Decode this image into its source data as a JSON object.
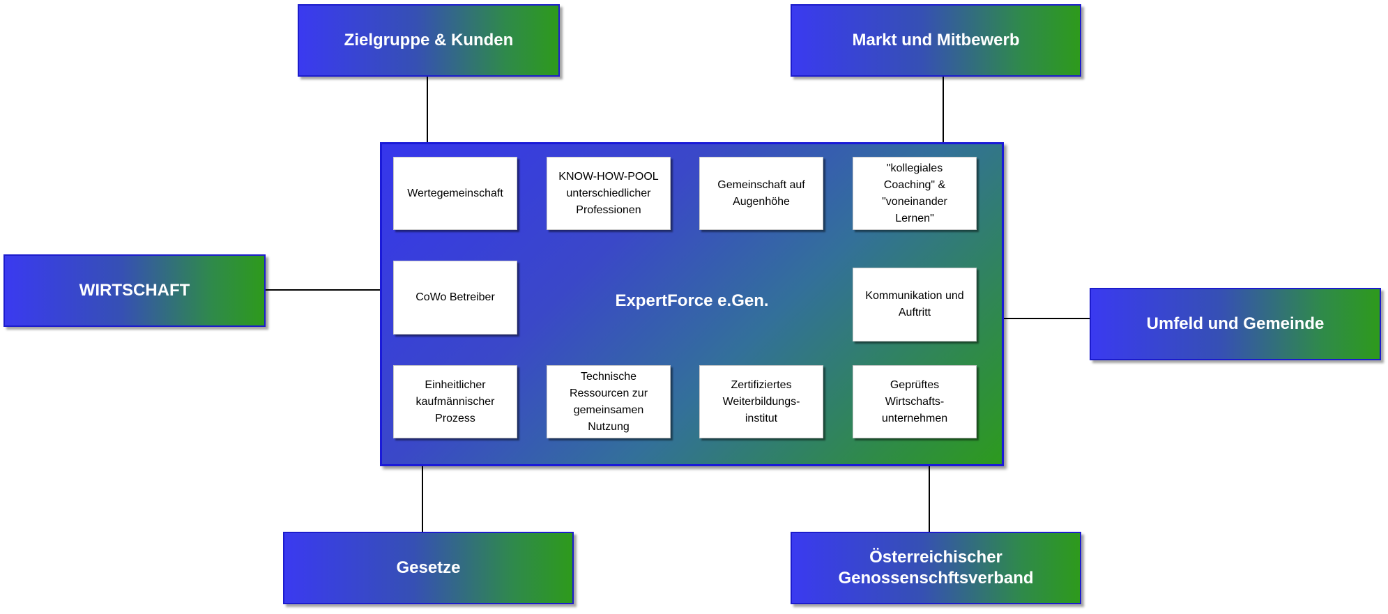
{
  "center": {
    "title": "ExpertForce e.Gen."
  },
  "outer_boxes": {
    "zielgruppe": "Zielgruppe & Kunden",
    "markt": "Markt und Mitbewerb",
    "wirtschaft": "WIRTSCHAFT",
    "umfeld": "Umfeld und Gemeinde",
    "gesetze": "Gesetze",
    "genossenschaft": "Österreichischer\nGenossenschftsverband"
  },
  "inner_boxes": {
    "wertegemeinschaft": "Wertegemeinschaft",
    "know_how_pool": "KNOW-HOW-POOL\nunterschiedlicher\nProfessionen",
    "gemeinschaft": "Gemeinschaft auf\nAugenhöhe",
    "coaching": "\"kollegiales\nCoaching\" &\n\"voneinander\nLernen\"",
    "cowo": "CoWo Betreiber",
    "kommunikation": "Kommunikation und\nAuftritt",
    "kaufmaennisch": "Einheitlicher\nkaufmännischer\nProzess",
    "technische": "Technische\nRessourcen zur\ngemeinsamen\nNutzung",
    "zertifiziert": "Zertifiziertes\nWeiterbildungs-\ninstitut",
    "geprueft": "Geprüftes\nWirtschafts-\nunternehmen"
  },
  "colors": {
    "gradient_start": "#3a3af0",
    "gradient_end": "#2e9a1c",
    "border": "#1c1ccc",
    "connector": "#000000"
  }
}
